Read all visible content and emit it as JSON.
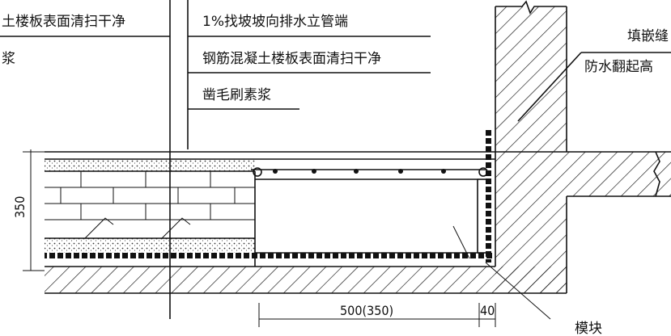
{
  "labels": {
    "top_left_1": "土楼板表面清扫干净",
    "top_left_2": "浆",
    "note_1": "1%找坡坡向排水立管端",
    "note_2": "钢筋混凝土楼板表面清扫干净",
    "note_3": "凿毛刷素浆",
    "right_1": "填嵌缝",
    "right_2": "防水翻起高",
    "bottom_right": "模块"
  },
  "dimensions": {
    "height": "350",
    "width": "500(350)",
    "gap": "40"
  }
}
